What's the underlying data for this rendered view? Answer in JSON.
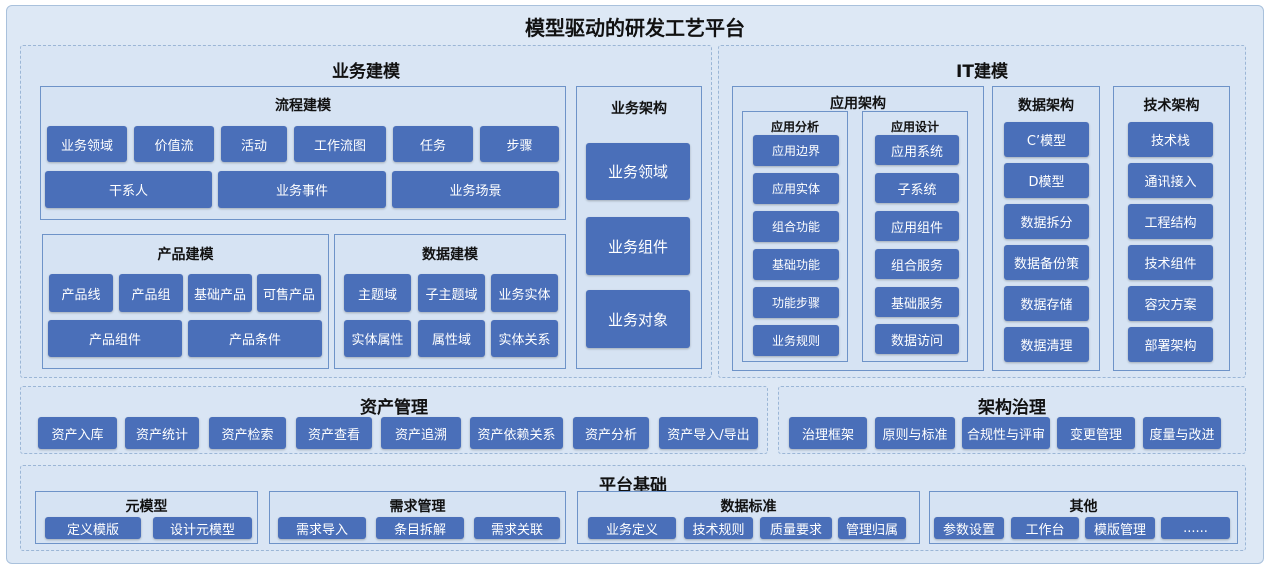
{
  "title": "模型驱动的研发工艺平台",
  "business": {
    "title": "业务建模",
    "flow": {
      "title": "流程建模",
      "row1": [
        "业务领域",
        "价值流",
        "活动",
        "工作流图",
        "任务",
        "步骤"
      ],
      "row2": [
        "干系人",
        "业务事件",
        "业务场景"
      ]
    },
    "product": {
      "title": "产品建模",
      "row1": [
        "产品线",
        "产品组",
        "基础产品",
        "可售产品"
      ],
      "row2": [
        "产品组件",
        "产品条件"
      ]
    },
    "data": {
      "title": "数据建模",
      "row1": [
        "主题域",
        "子主题域",
        "业务实体"
      ],
      "row2": [
        "实体属性",
        "属性域",
        "实体关系"
      ]
    },
    "arch": {
      "title": "业务架构",
      "items": [
        "业务领域",
        "业务组件",
        "业务对象"
      ]
    }
  },
  "it": {
    "title": "IT建模",
    "app": {
      "title": "应用架构",
      "analysis": {
        "title": "应用分析",
        "items": [
          "应用边界",
          "应用实体",
          "组合功能",
          "基础功能",
          "功能步骤",
          "业务规则"
        ]
      },
      "design": {
        "title": "应用设计",
        "items": [
          "应用系统",
          "子系统",
          "应用组件",
          "组合服务",
          "基础服务",
          "数据访问"
        ]
      }
    },
    "data": {
      "title": "数据架构",
      "items": [
        "C’模型",
        "D模型",
        "数据拆分",
        "数据备份策",
        "数据存储",
        "数据清理"
      ]
    },
    "tech": {
      "title": "技术架构",
      "items": [
        "技术栈",
        "通讯接入",
        "工程结构",
        "技术组件",
        "容灾方案",
        "部署架构"
      ]
    }
  },
  "asset": {
    "title": "资产管理",
    "items": [
      "资产入库",
      "资产统计",
      "资产检索",
      "资产查看",
      "资产追溯",
      "资产依赖关系",
      "资产分析",
      "资产导入/导出"
    ]
  },
  "gov": {
    "title": "架构治理",
    "items": [
      "治理框架",
      "原则与标准",
      "合规性与评审",
      "变更管理",
      "度量与改进"
    ]
  },
  "platform": {
    "title": "平台基础",
    "meta": {
      "title": "元模型",
      "items": [
        "定义模版",
        "设计元模型"
      ]
    },
    "req": {
      "title": "需求管理",
      "items": [
        "需求导入",
        "条目拆解",
        "需求关联"
      ]
    },
    "std": {
      "title": "数据标准",
      "items": [
        "业务定义",
        "技术规则",
        "质量要求",
        "管理归属"
      ]
    },
    "other": {
      "title": "其他",
      "items": [
        "参数设置",
        "工作台",
        "模版管理",
        "......"
      ]
    }
  }
}
